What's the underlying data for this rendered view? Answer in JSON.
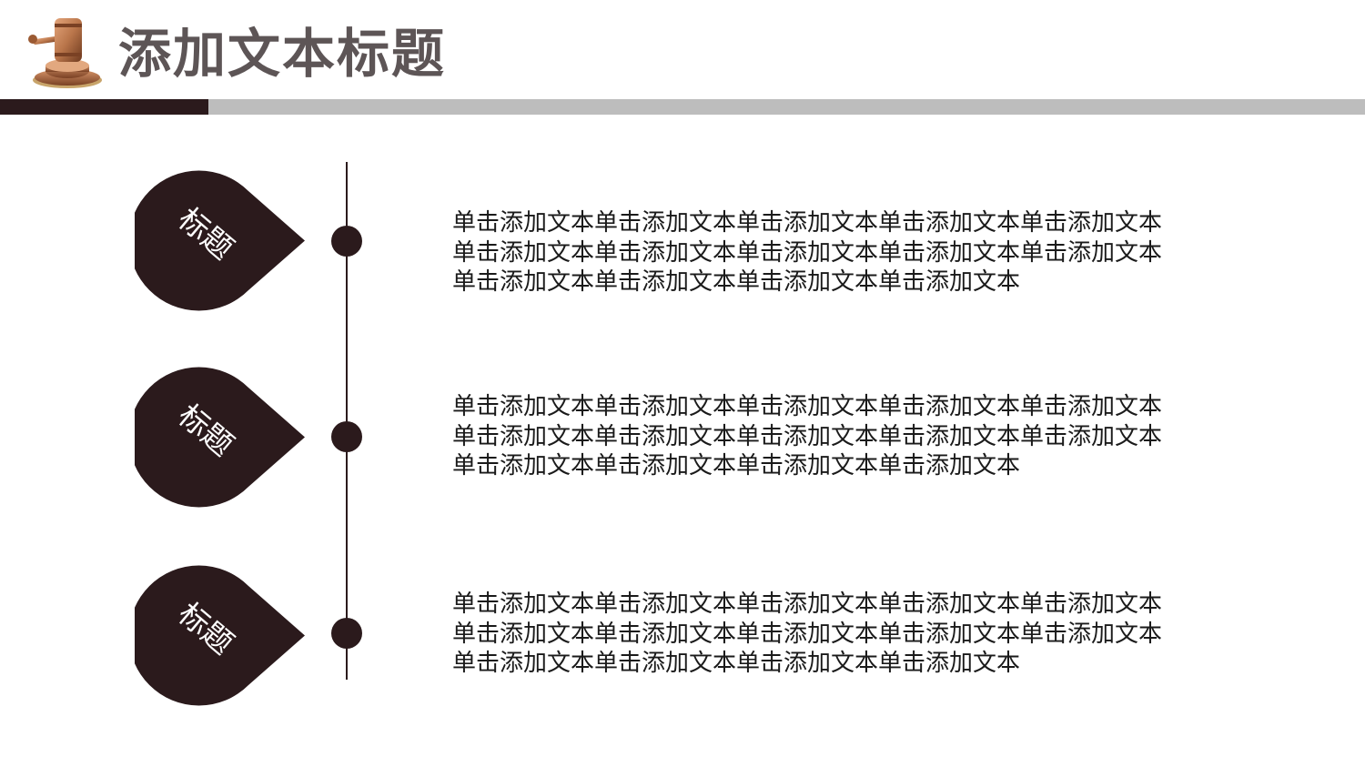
{
  "header": {
    "title": "添加文本标题",
    "logo_icon": "gavel-icon"
  },
  "colors": {
    "dark_brown": "#2b1a1c",
    "grey_bar": "#bdbdbd",
    "title_grey": "#5d5556",
    "gavel_copper": "#b9754a"
  },
  "items": [
    {
      "badge": "标题",
      "lines": [
        "单击添加文本单击添加文本单击添加文本单击添加文本单击添加文本",
        "单击添加文本单击添加文本单击添加文本单击添加文本单击添加文本",
        "单击添加文本单击添加文本单击添加文本单击添加文本"
      ]
    },
    {
      "badge": "标题",
      "lines": [
        "单击添加文本单击添加文本单击添加文本单击添加文本单击添加文本",
        "单击添加文本单击添加文本单击添加文本单击添加文本单击添加文本",
        "单击添加文本单击添加文本单击添加文本单击添加文本"
      ]
    },
    {
      "badge": "标题",
      "lines": [
        "单击添加文本单击添加文本单击添加文本单击添加文本单击添加文本",
        "单击添加文本单击添加文本单击添加文本单击添加文本单击添加文本",
        "单击添加文本单击添加文本单击添加文本单击添加文本"
      ]
    }
  ]
}
